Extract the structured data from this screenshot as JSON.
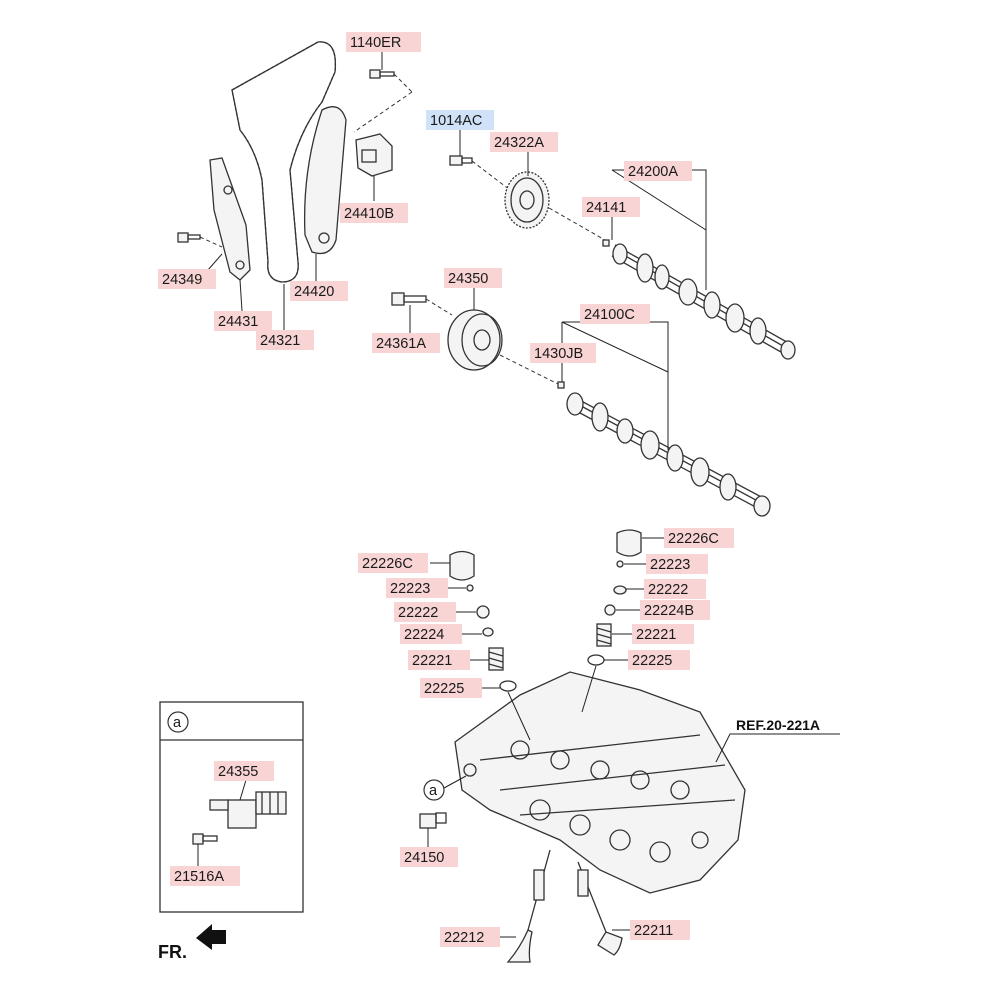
{
  "colors": {
    "label_bg": "#f8d4d4",
    "label_bg_alt": "#cfe2f7",
    "line": "#222222"
  },
  "labels": [
    {
      "id": "p1140ER",
      "text": "1140ER"
    },
    {
      "id": "p1014AC",
      "text": "1014AC"
    },
    {
      "id": "p24322A",
      "text": "24322A"
    },
    {
      "id": "p24200A",
      "text": "24200A"
    },
    {
      "id": "p24141",
      "text": "24141"
    },
    {
      "id": "p24410B",
      "text": "24410B"
    },
    {
      "id": "p24349",
      "text": "24349"
    },
    {
      "id": "p24420",
      "text": "24420"
    },
    {
      "id": "p24431",
      "text": "24431"
    },
    {
      "id": "p24321",
      "text": "24321"
    },
    {
      "id": "p24350",
      "text": "24350"
    },
    {
      "id": "p24361A",
      "text": "24361A"
    },
    {
      "id": "p24100C",
      "text": "24100C"
    },
    {
      "id": "p1430JB",
      "text": "1430JB"
    },
    {
      "id": "p22226C_r",
      "text": "22226C"
    },
    {
      "id": "p22223_r",
      "text": "22223"
    },
    {
      "id": "p22222_r",
      "text": "22222"
    },
    {
      "id": "p22224B",
      "text": "22224B"
    },
    {
      "id": "p22221_r",
      "text": "22221"
    },
    {
      "id": "p22225_r",
      "text": "22225"
    },
    {
      "id": "p22226C_l",
      "text": "22226C"
    },
    {
      "id": "p22223_l",
      "text": "22223"
    },
    {
      "id": "p22222_l",
      "text": "22222"
    },
    {
      "id": "p22224",
      "text": "22224"
    },
    {
      "id": "p22221_l",
      "text": "22221"
    },
    {
      "id": "p22225_l",
      "text": "22225"
    },
    {
      "id": "p24355",
      "text": "24355"
    },
    {
      "id": "p21516A",
      "text": "21516A"
    },
    {
      "id": "p24150",
      "text": "24150"
    },
    {
      "id": "p22212",
      "text": "22212"
    },
    {
      "id": "p22211",
      "text": "22211"
    }
  ],
  "reference": "REF.20-221A",
  "callout_letter": "a",
  "front_marker": "FR."
}
